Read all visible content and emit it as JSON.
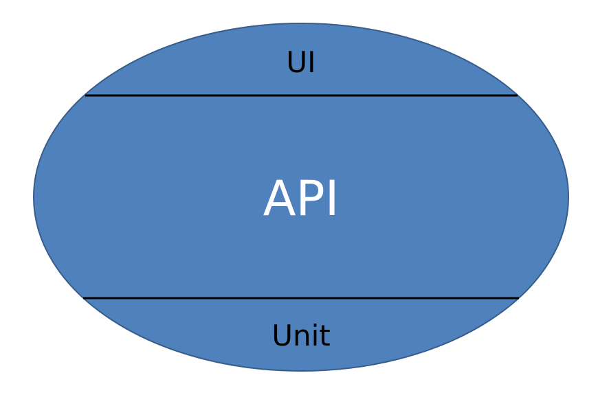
{
  "colors": {
    "ellipse_fill": "#4f81bd",
    "ellipse_stroke": "#385d8a",
    "divider": "#000000",
    "outer_label": "#000000",
    "center_label": "#ffffff"
  },
  "layers": {
    "top_label": "UI",
    "middle_label": "API",
    "bottom_label": "Unit"
  }
}
